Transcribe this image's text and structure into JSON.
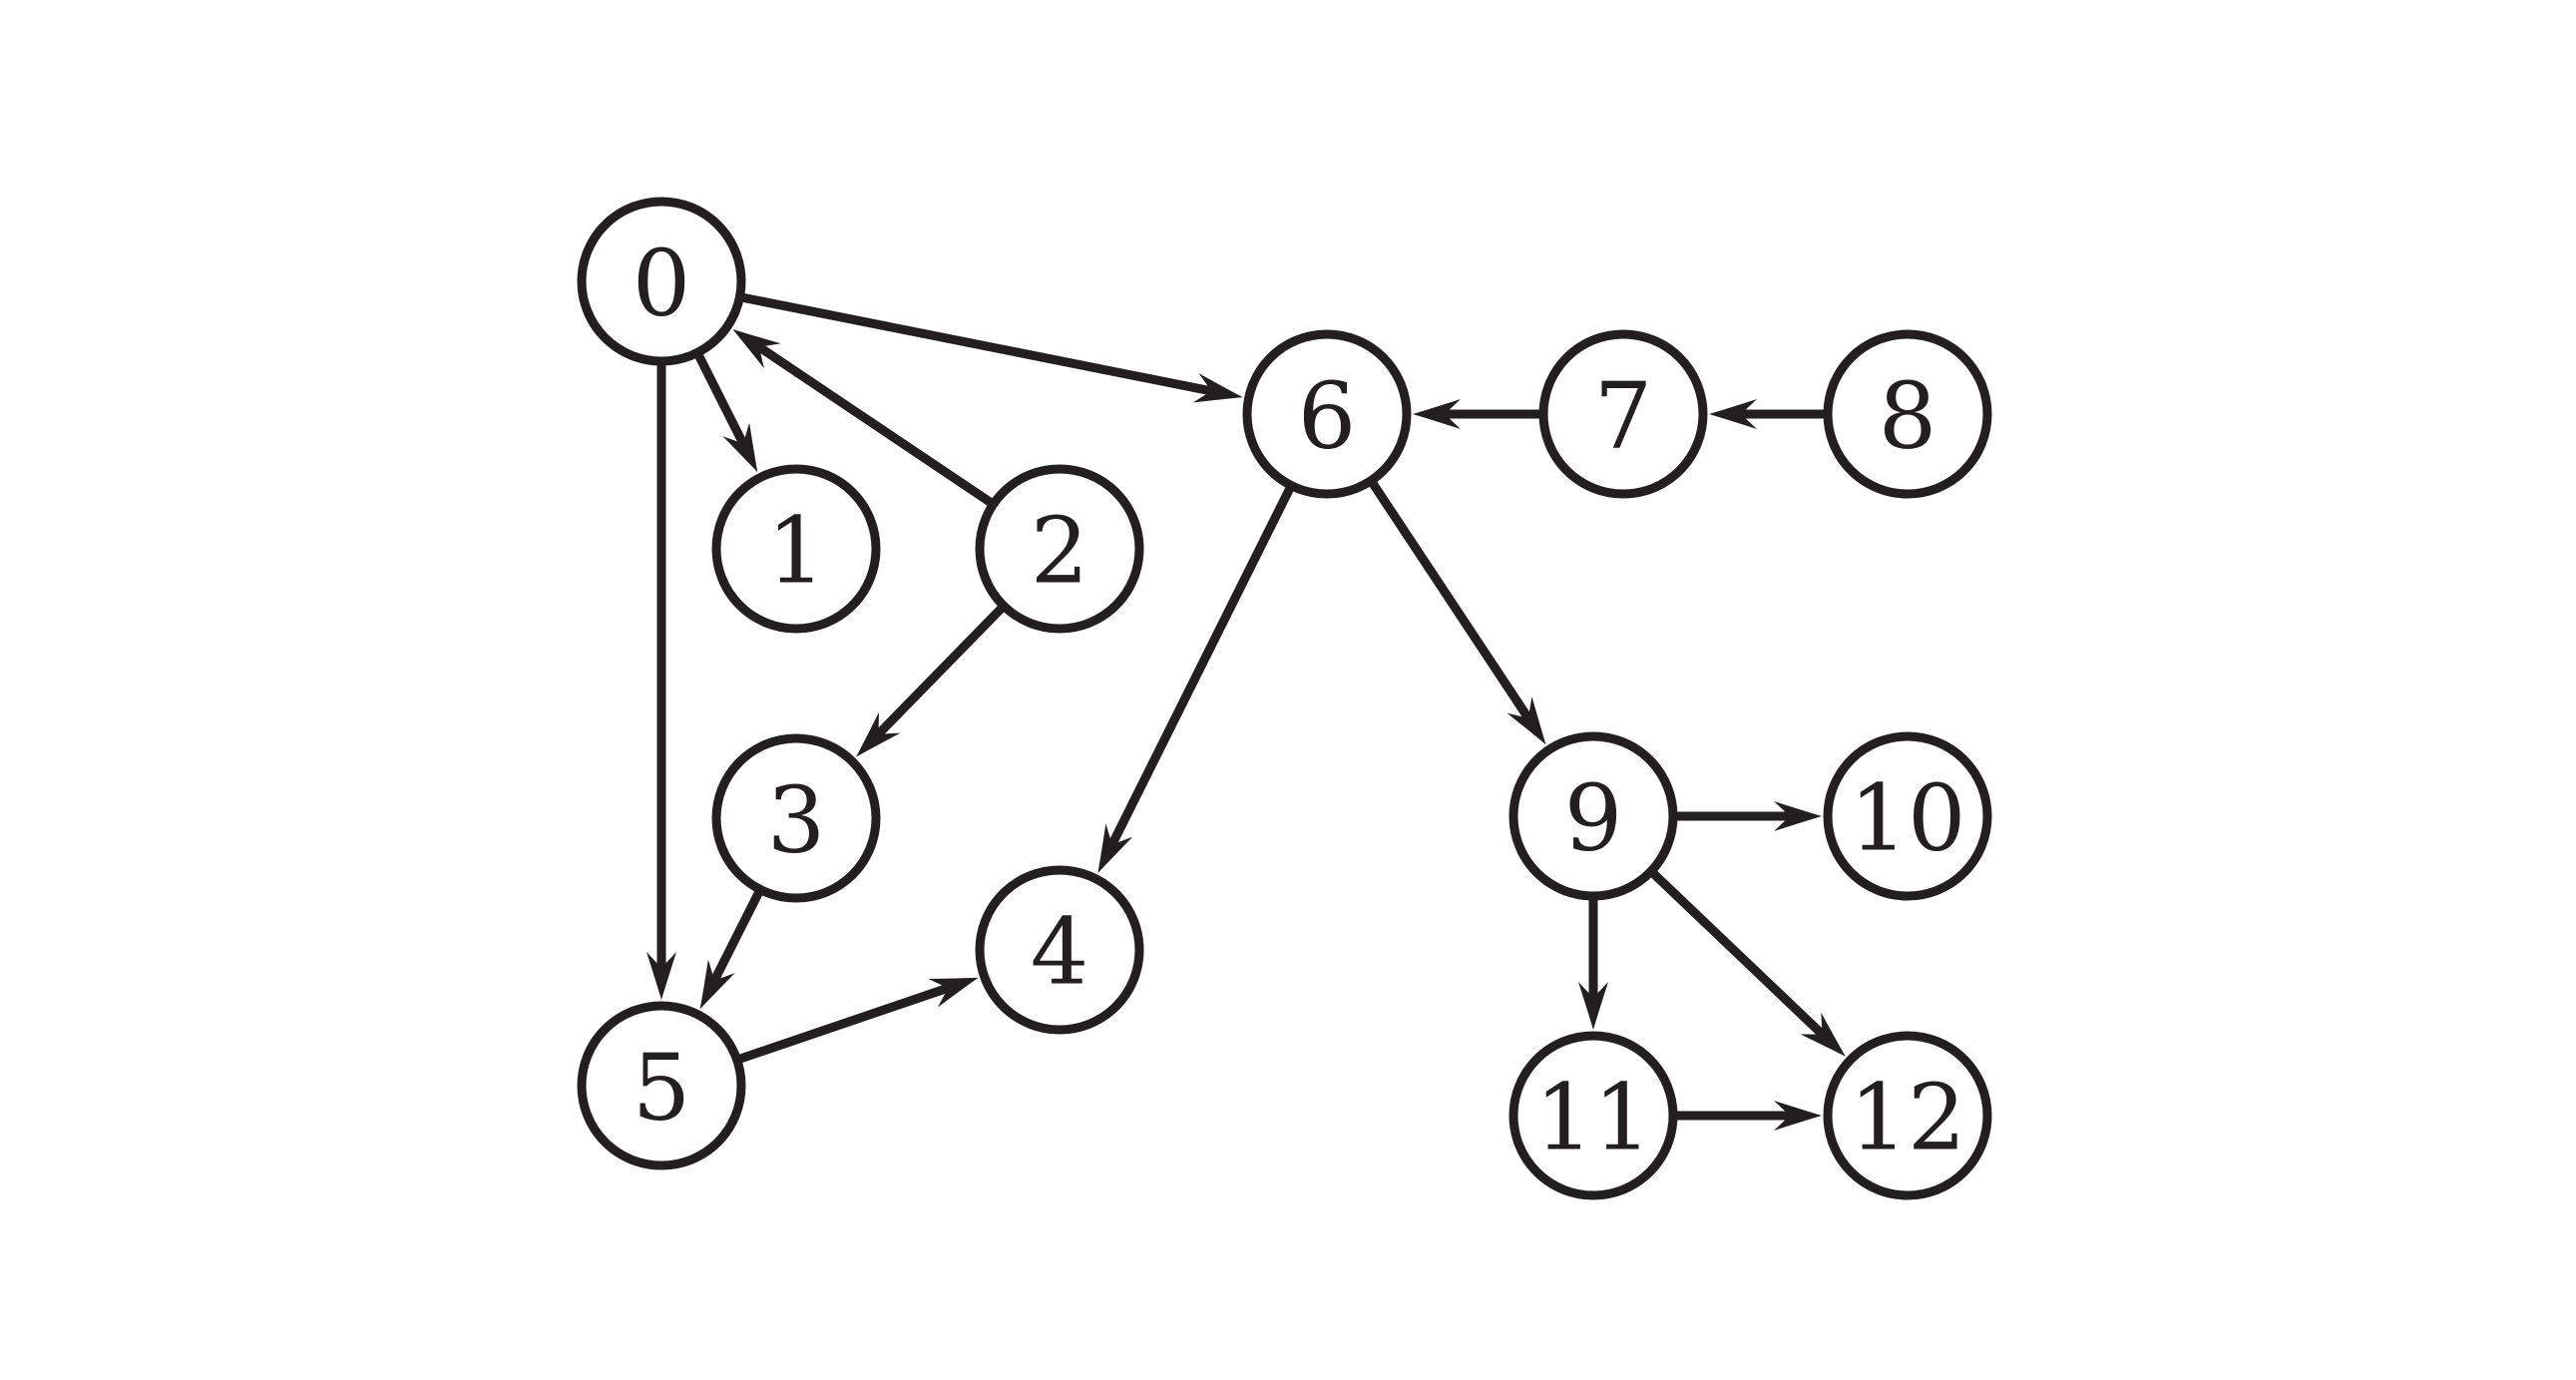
{
  "colors": {
    "ink": "#231f20",
    "background": "#ffffff"
  },
  "graph": {
    "directed": true,
    "nodes": [
      {
        "id": "0",
        "label": "0"
      },
      {
        "id": "1",
        "label": "1"
      },
      {
        "id": "2",
        "label": "2"
      },
      {
        "id": "3",
        "label": "3"
      },
      {
        "id": "4",
        "label": "4"
      },
      {
        "id": "5",
        "label": "5"
      },
      {
        "id": "6",
        "label": "6"
      },
      {
        "id": "7",
        "label": "7"
      },
      {
        "id": "8",
        "label": "8"
      },
      {
        "id": "9",
        "label": "9"
      },
      {
        "id": "10",
        "label": "10"
      },
      {
        "id": "11",
        "label": "11"
      },
      {
        "id": "12",
        "label": "12"
      }
    ],
    "edges": [
      {
        "from": "0",
        "to": "6"
      },
      {
        "from": "0",
        "to": "1"
      },
      {
        "from": "0",
        "to": "5"
      },
      {
        "from": "2",
        "to": "0"
      },
      {
        "from": "2",
        "to": "3"
      },
      {
        "from": "3",
        "to": "5"
      },
      {
        "from": "5",
        "to": "4"
      },
      {
        "from": "6",
        "to": "4"
      },
      {
        "from": "6",
        "to": "9"
      },
      {
        "from": "7",
        "to": "6"
      },
      {
        "from": "8",
        "to": "7"
      },
      {
        "from": "9",
        "to": "10"
      },
      {
        "from": "9",
        "to": "11"
      },
      {
        "from": "9",
        "to": "12"
      },
      {
        "from": "11",
        "to": "12"
      }
    ]
  }
}
